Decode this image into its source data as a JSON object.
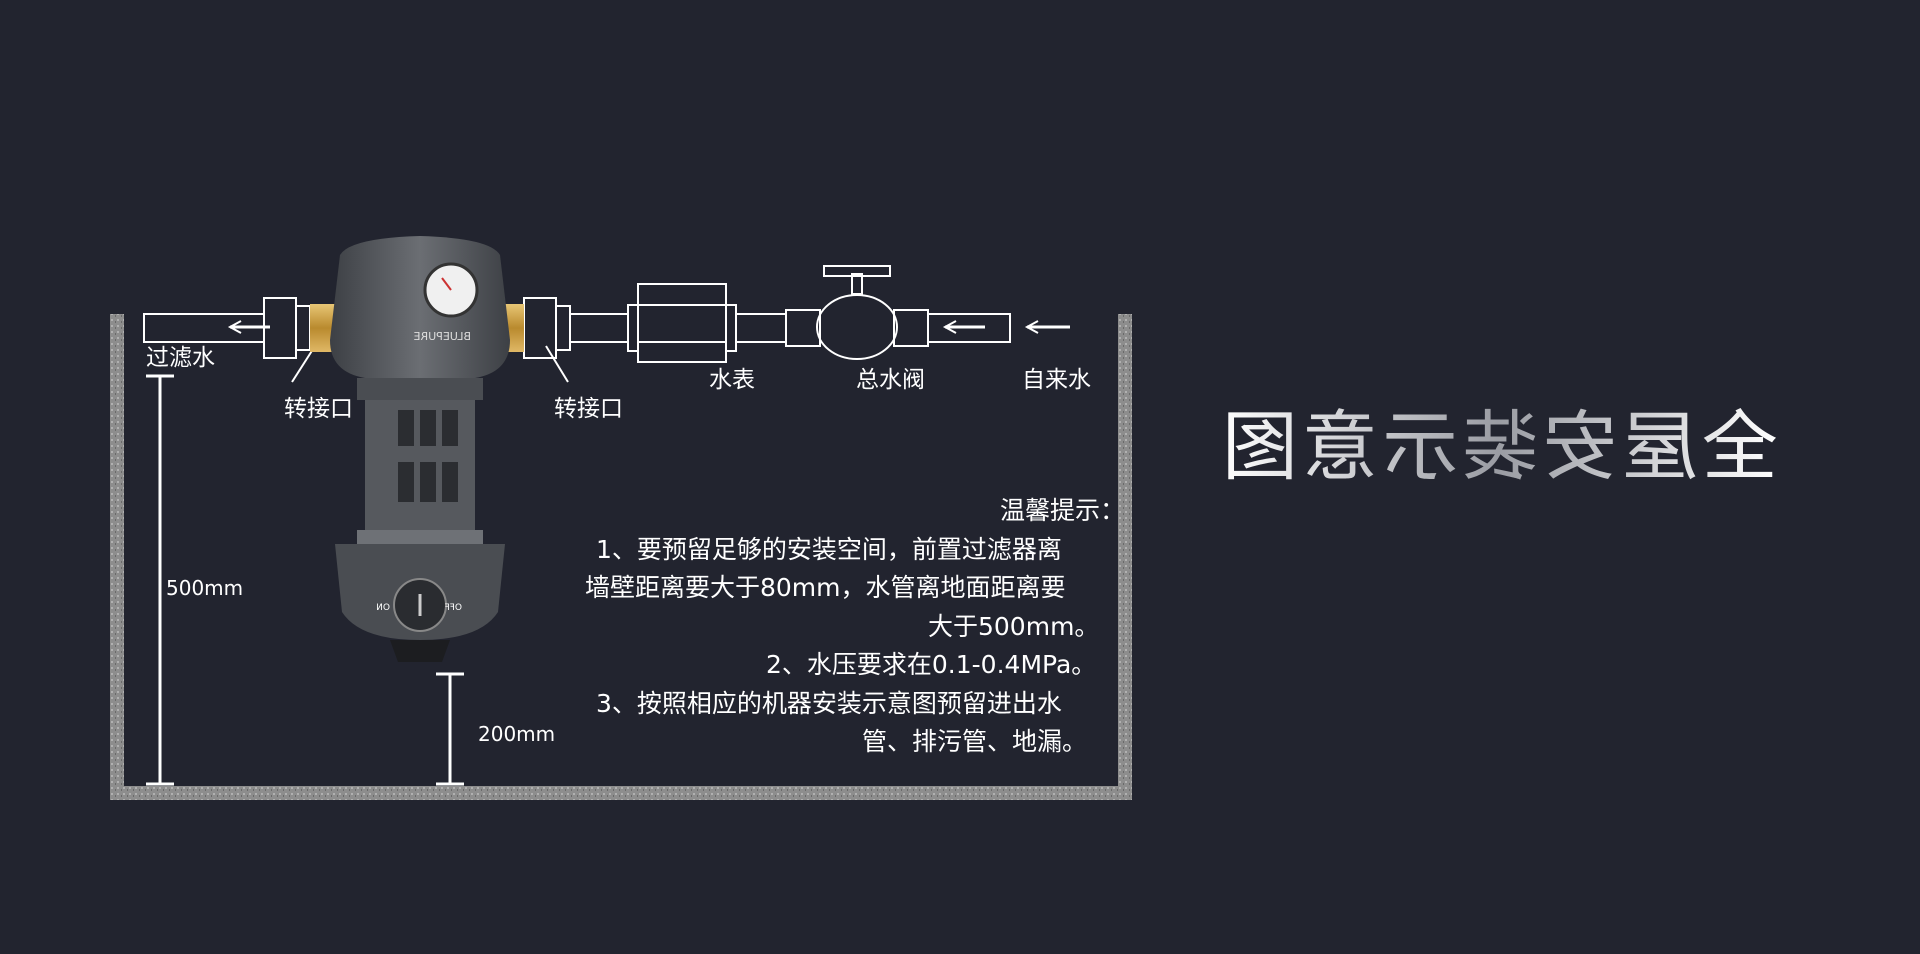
{
  "title": "全屋安装示意图",
  "labels": {
    "tap_water": "自来水",
    "main_valve": "总水阀",
    "water_meter": "水表",
    "adapter_right": "转接口",
    "adapter_left": "转接口",
    "filtered_water": "过滤水",
    "product_brand": "BLUEPURE",
    "gauge_on": "ON",
    "gauge_off": "OFF"
  },
  "dimensions": {
    "wall_height": "500mm",
    "floor_height": "200mm"
  },
  "tips": [
    "温馨提示：",
    "1、要预留足够的安装空间，前置过滤器离",
    "墙壁距离要大于80mm，水管离地面距离要",
    "大于500mm。",
    "2、水压要求在0.1-0.4MPa。",
    "3、按照相应的机器安装示意图预留进出水",
    "管、排污管、地漏。"
  ],
  "colors": {
    "background": "#22242f",
    "line": "#ffffff",
    "wall": "#8a8a8a",
    "brass": "#c9a24a",
    "body": "#55585d"
  }
}
